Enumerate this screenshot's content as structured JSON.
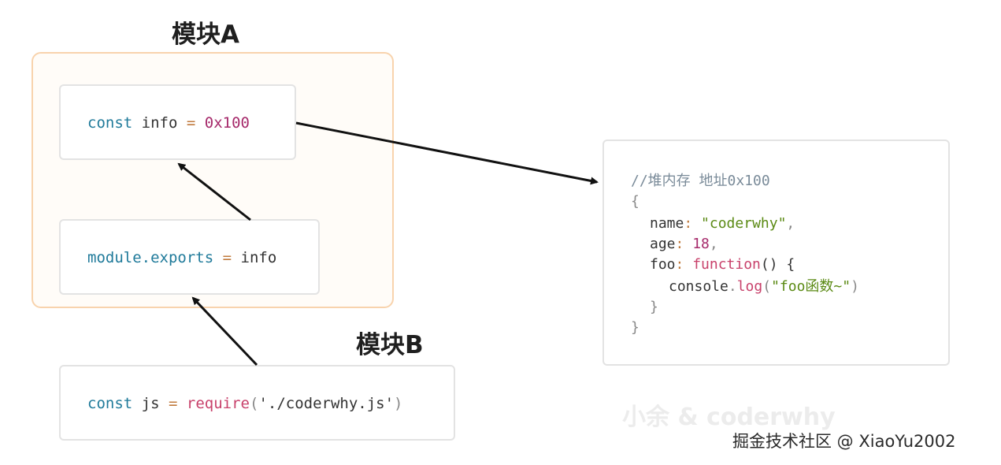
{
  "titles": {
    "module_a": "模块A",
    "module_b": "模块B"
  },
  "code": {
    "info": {
      "kw": "const",
      "name": "info",
      "op": "=",
      "value": "0x100"
    },
    "exports": {
      "obj": "module",
      "dot": ".",
      "prop": "exports",
      "op": "=",
      "value": "info"
    },
    "require": {
      "kw": "const",
      "name": "js",
      "op": "=",
      "fn": "require",
      "open": "(",
      "arg": "'./coderwhy.js'",
      "close": ")"
    }
  },
  "heap": {
    "comment": "//堆内存 地址0x100",
    "open_brace": "{",
    "name_key": "name",
    "name_value": "\"coderwhy\"",
    "age_key": "age",
    "age_value": "18",
    "foo_key": "foo",
    "foo_value": "function",
    "foo_parens": "() {",
    "console_obj": "console",
    "console_dot": ".",
    "console_fn": "log",
    "console_arg": "\"foo函数~\"",
    "inner_close": "}",
    "close_brace": "}"
  },
  "watermark": "小余 & coderwhy",
  "credit": "掘金技术社区 @ XiaoYu2002",
  "colors": {
    "module_frame_border": "#f8d3ad",
    "keyword": "#1f7a9a",
    "number": "#a62a6b",
    "string": "#5b8a14",
    "function": "#c8416b"
  }
}
